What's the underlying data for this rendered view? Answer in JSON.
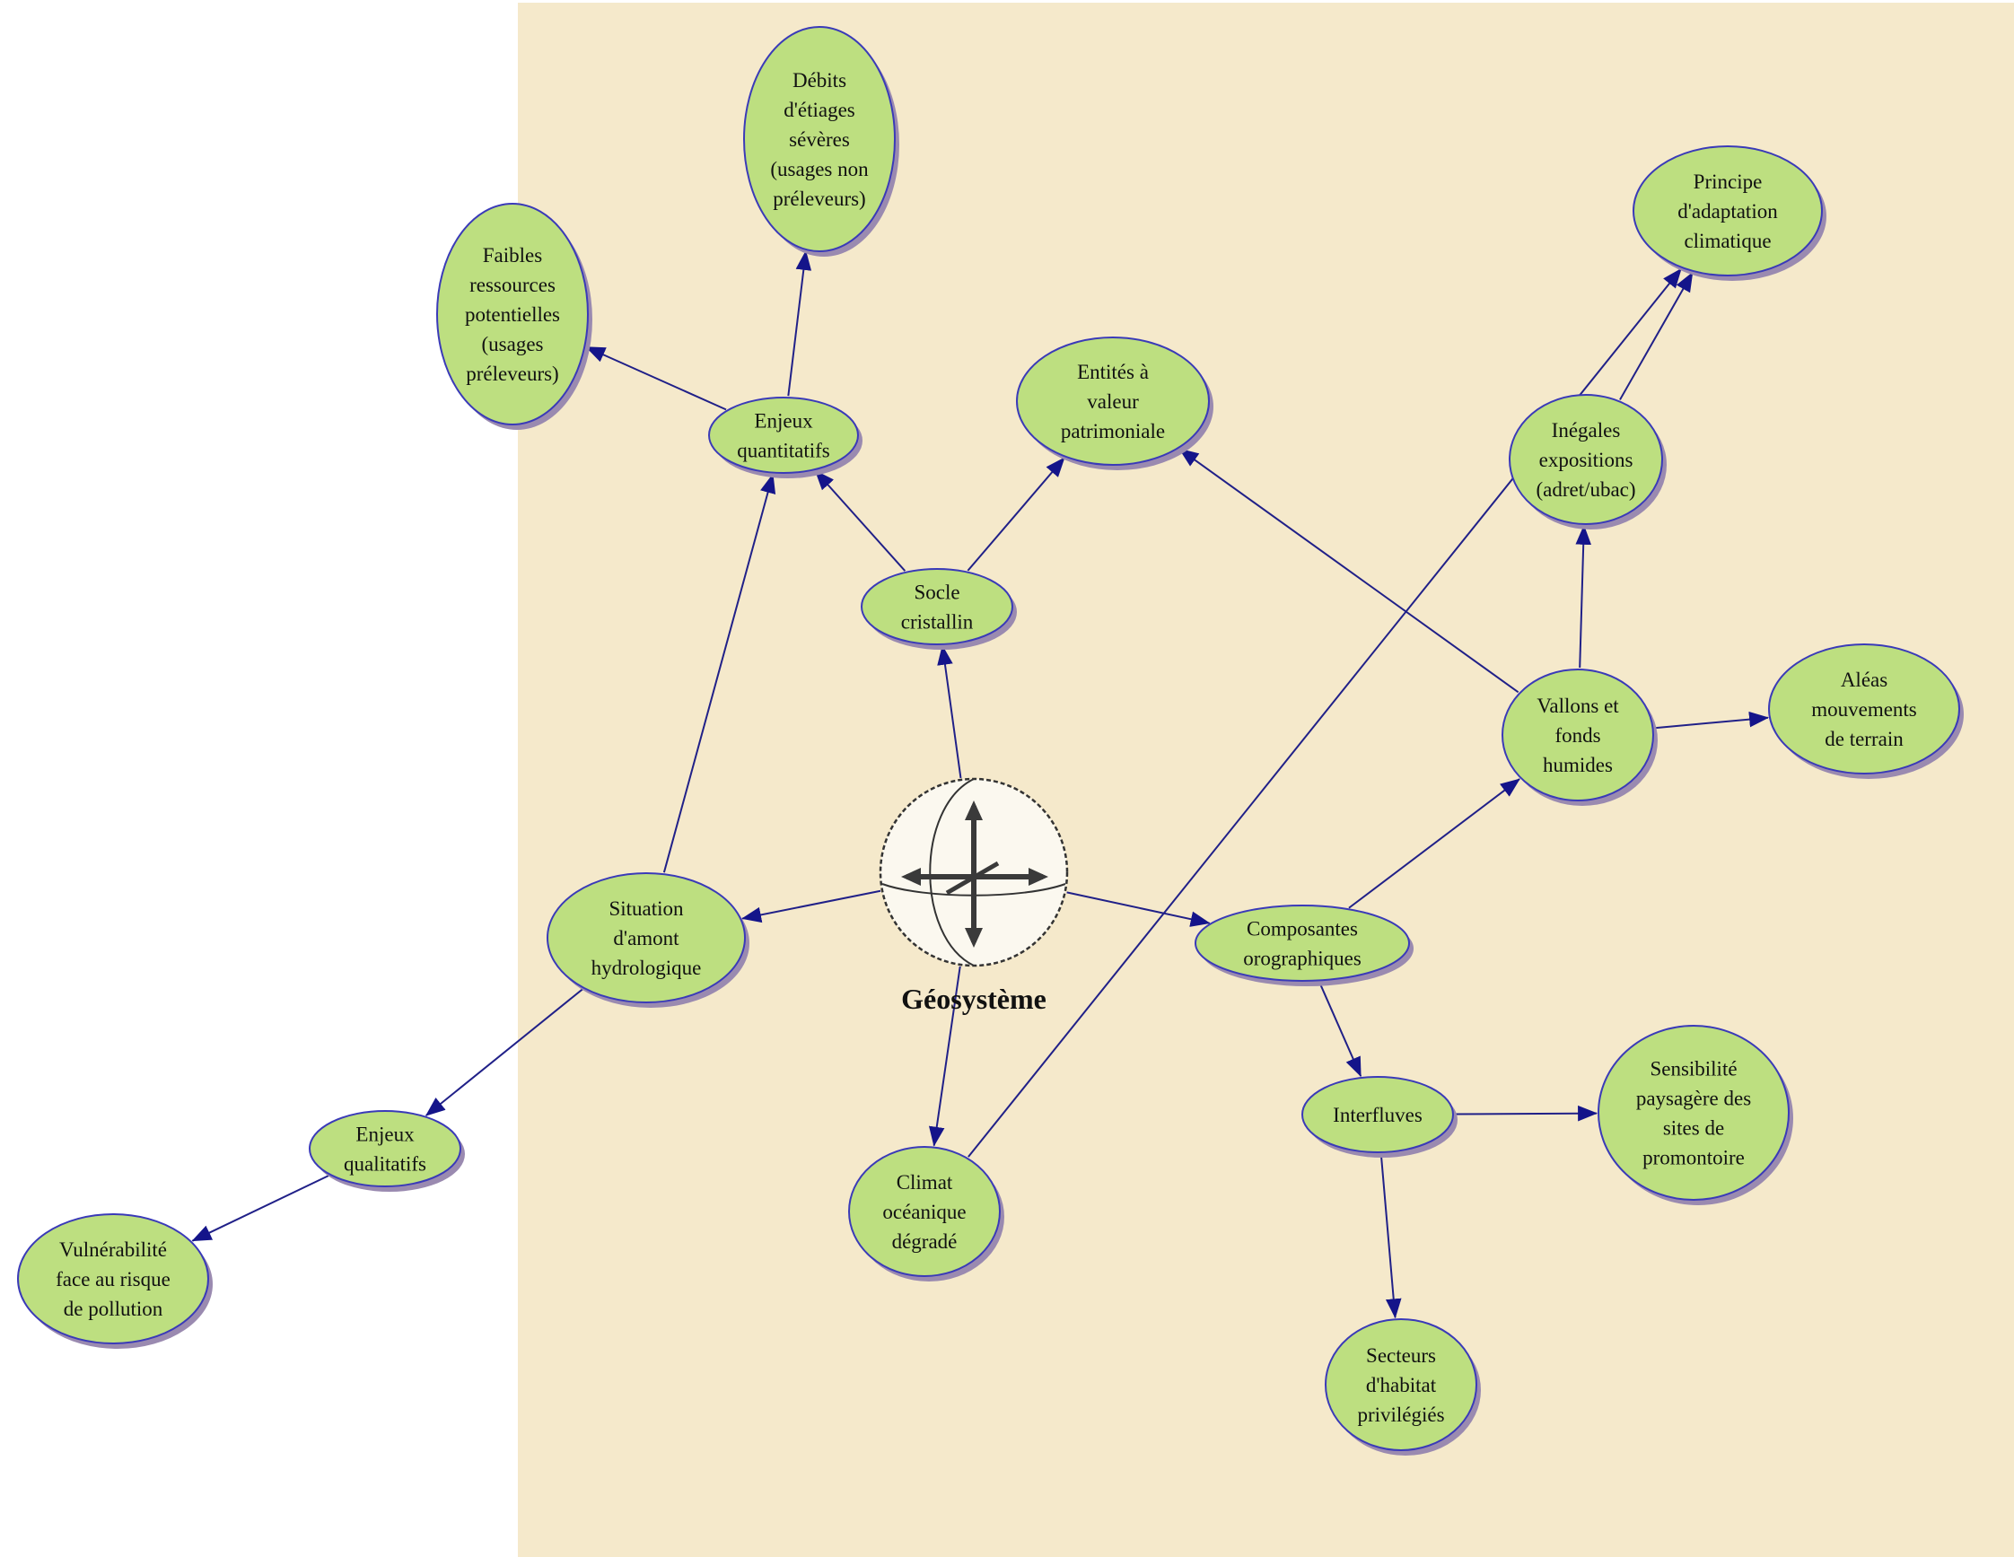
{
  "colors": {
    "panel_background": "#f5e9cb",
    "node_fill": "#bddf80",
    "node_stroke": "#3a3ab8",
    "node_shadow": "#9a8ab0",
    "edge": "#202088",
    "arrowhead": "#14148a"
  },
  "center": {
    "label": "Géosystème",
    "icon": "globe-axes-icon"
  },
  "nodes": [
    {
      "id": "debits",
      "lines": [
        "Débits",
        "d'étiages",
        "sévères",
        "(usages non",
        "préleveurs)"
      ]
    },
    {
      "id": "faibles",
      "lines": [
        "Faibles",
        "ressources",
        "potentielles",
        "(usages",
        "préleveurs)"
      ]
    },
    {
      "id": "enjeux_quant",
      "lines": [
        "Enjeux",
        "quantitatifs"
      ]
    },
    {
      "id": "entites",
      "lines": [
        "Entités à",
        "valeur",
        "patrimoniale"
      ]
    },
    {
      "id": "socle",
      "lines": [
        "Socle",
        "cristallin"
      ]
    },
    {
      "id": "principe",
      "lines": [
        "Principe",
        "d'adaptation",
        "climatique"
      ]
    },
    {
      "id": "inegales",
      "lines": [
        "Inégales",
        "expositions",
        "(adret/ubac)"
      ]
    },
    {
      "id": "vallons",
      "lines": [
        "Vallons et",
        "fonds",
        "humides"
      ]
    },
    {
      "id": "aleas",
      "lines": [
        "Aléas",
        "mouvements",
        "de terrain"
      ]
    },
    {
      "id": "situation",
      "lines": [
        "Situation",
        "d'amont",
        "hydrologique"
      ]
    },
    {
      "id": "composantes",
      "lines": [
        "Composantes",
        "orographiques"
      ]
    },
    {
      "id": "enjeux_qual",
      "lines": [
        "Enjeux",
        "qualitatifs"
      ]
    },
    {
      "id": "vulnerabilite",
      "lines": [
        "Vulnérabilité",
        "face au risque",
        "de pollution"
      ]
    },
    {
      "id": "climat",
      "lines": [
        "Climat",
        "océanique",
        "dégradé"
      ]
    },
    {
      "id": "interfluves",
      "lines": [
        "Interfluves"
      ]
    },
    {
      "id": "sensibilite",
      "lines": [
        "Sensibilité",
        "paysagère des",
        "sites de",
        "promontoire"
      ]
    },
    {
      "id": "secteurs",
      "lines": [
        "Secteurs",
        "d'habitat",
        "privilégiés"
      ]
    }
  ],
  "edges": [
    {
      "from": "geosysteme",
      "to": "socle"
    },
    {
      "from": "geosysteme",
      "to": "situation"
    },
    {
      "from": "geosysteme",
      "to": "composantes"
    },
    {
      "from": "geosysteme",
      "to": "climat"
    },
    {
      "from": "socle",
      "to": "enjeux_quant"
    },
    {
      "from": "socle",
      "to": "entites"
    },
    {
      "from": "enjeux_quant",
      "to": "faibles"
    },
    {
      "from": "enjeux_quant",
      "to": "debits"
    },
    {
      "from": "situation",
      "to": "enjeux_quant"
    },
    {
      "from": "situation",
      "to": "enjeux_qual"
    },
    {
      "from": "enjeux_qual",
      "to": "vulnerabilite"
    },
    {
      "from": "climat",
      "to": "principe"
    },
    {
      "from": "inegales",
      "to": "principe"
    },
    {
      "from": "vallons",
      "to": "inegales"
    },
    {
      "from": "vallons",
      "to": "entites"
    },
    {
      "from": "vallons",
      "to": "aleas"
    },
    {
      "from": "composantes",
      "to": "vallons"
    },
    {
      "from": "composantes",
      "to": "interfluves"
    },
    {
      "from": "interfluves",
      "to": "sensibilite"
    },
    {
      "from": "interfluves",
      "to": "secteurs"
    }
  ]
}
